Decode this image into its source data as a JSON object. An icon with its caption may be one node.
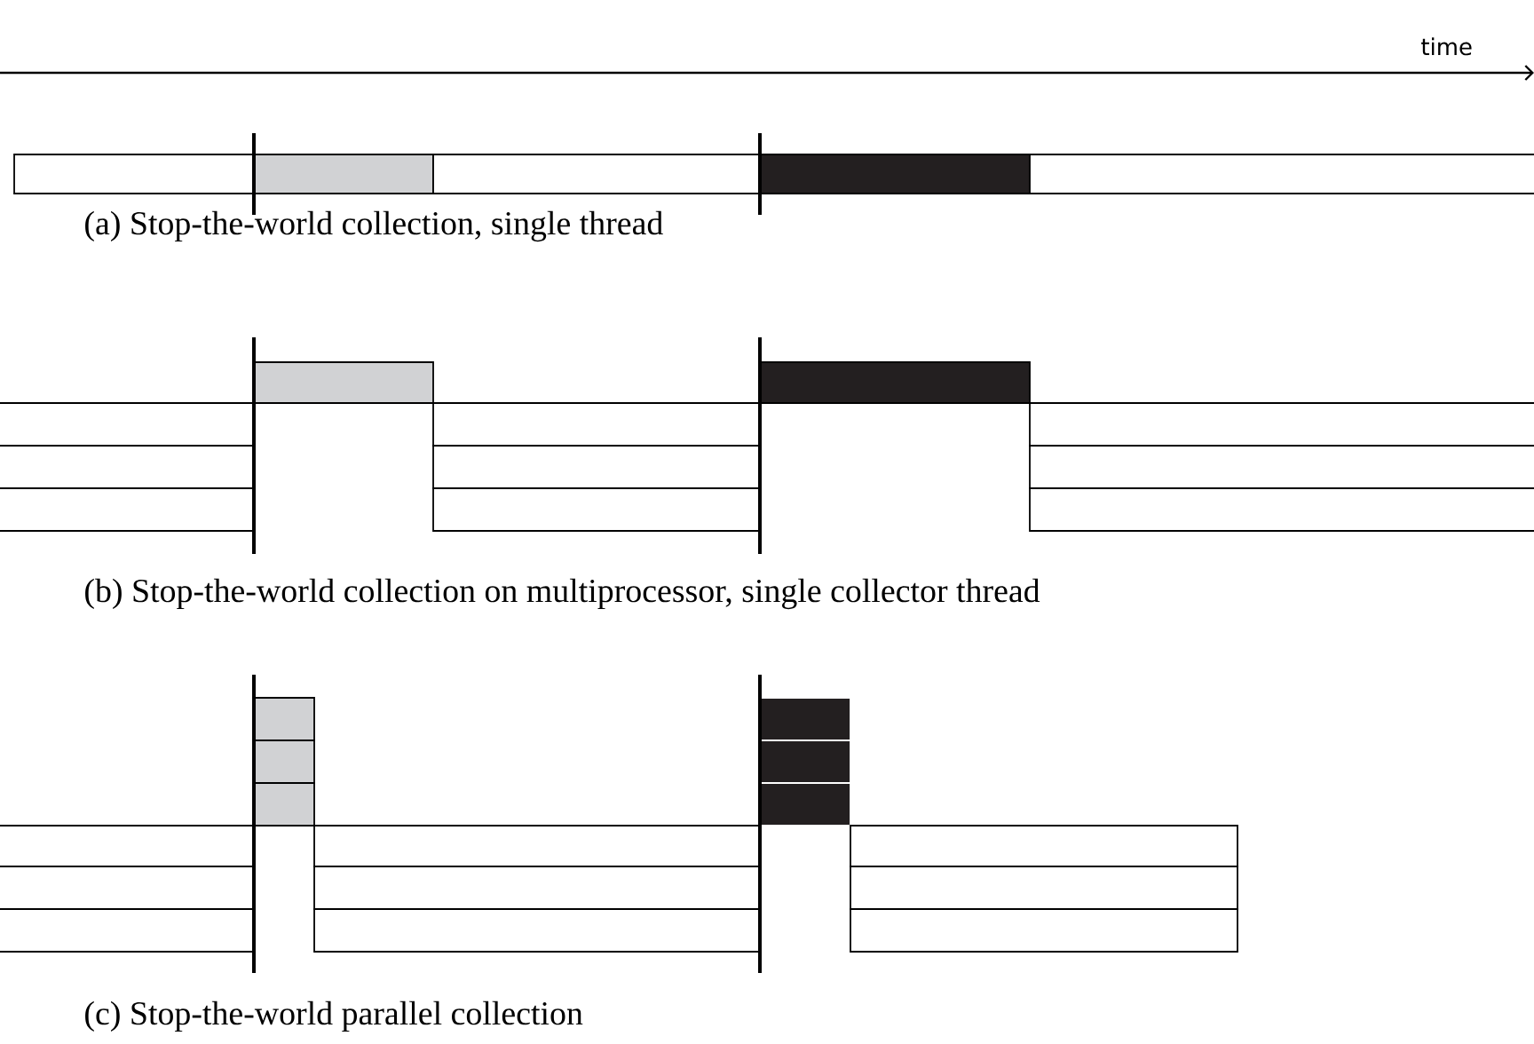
{
  "diagram": {
    "labels": [
      "time",
      "(a) Stop-the-world collection, single thread",
      "(b) Stop-the-world collection on multiprocessor, single collector thread",
      "(c) Stop-the-world parallel collection"
    ]
  }
}
